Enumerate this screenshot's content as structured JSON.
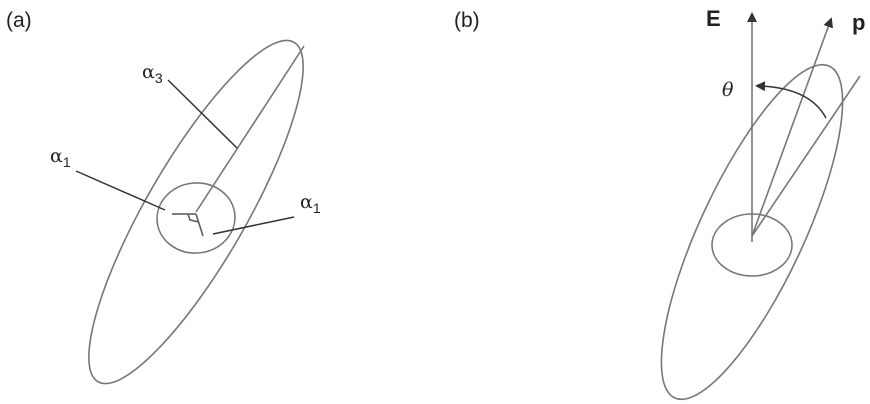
{
  "panel_a": {
    "label": "(a)",
    "alpha3": {
      "symbol": "α",
      "subscript": "3"
    },
    "alpha1_left": {
      "symbol": "α",
      "subscript": "1"
    },
    "alpha1_right": {
      "symbol": "α",
      "subscript": "1"
    }
  },
  "panel_b": {
    "label": "(b)",
    "field_label": "E",
    "dipole_label": "p",
    "angle_label": "θ"
  },
  "colors": {
    "line": "#777777",
    "arrow": "#333333",
    "text": "#222222"
  }
}
